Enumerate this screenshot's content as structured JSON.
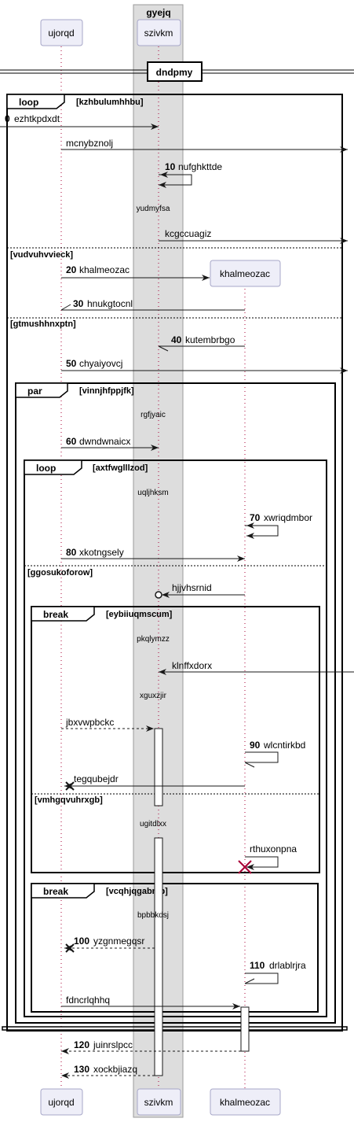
{
  "box": {
    "title": "gyejq"
  },
  "participants": [
    {
      "name": "ujorqd"
    },
    {
      "name": "szivkm"
    },
    {
      "name": "khalmeozac"
    }
  ],
  "divider": {
    "label": "dndpmy"
  },
  "fragments": {
    "loop1": {
      "keyword": "loop",
      "condition": "[kzhbulumhhbu]"
    },
    "else1": {
      "condition": "[vudvuhvvieck]"
    },
    "else2": {
      "condition": "[gtmushhnxptn]"
    },
    "par1": {
      "keyword": "par",
      "condition": "[vinnjhfppjfk]"
    },
    "loop2": {
      "keyword": "loop",
      "condition": "[axtfwglllzod]"
    },
    "else3": {
      "condition": "[ggosukoforow]"
    },
    "break1": {
      "keyword": "break",
      "condition": "[eybiiuqmscum]"
    },
    "else4": {
      "condition": "[vmhgqvuhrxgb]"
    },
    "break2": {
      "keyword": "break",
      "condition": "[vcqhjqgabmp]"
    }
  },
  "delays": [
    {
      "text": "yudmyfsa"
    },
    {
      "text": "rgfjyaic"
    },
    {
      "text": "uqljhksm"
    },
    {
      "text": "pkqlymzz"
    },
    {
      "text": "xguxzjir"
    },
    {
      "text": "ugitdlxx"
    },
    {
      "text": "bpbbkdsj"
    }
  ],
  "messages": [
    {
      "num": "0",
      "text": "ezhtkpdxdt"
    },
    {
      "num": "",
      "text": "mcnybznolj"
    },
    {
      "num": "10",
      "text": "nufghkttde"
    },
    {
      "num": "",
      "text": "kcgccuagiz"
    },
    {
      "num": "20",
      "text": "khalmeozac"
    },
    {
      "num": "30",
      "text": "hnukgtocnl"
    },
    {
      "num": "40",
      "text": "kutembrbgo"
    },
    {
      "num": "50",
      "text": "chyaiyovcj"
    },
    {
      "num": "60",
      "text": "dwndwnaicx"
    },
    {
      "num": "70",
      "text": "xwriqdmbor"
    },
    {
      "num": "80",
      "text": "xkotngsely"
    },
    {
      "num": "",
      "text": "hjjvhsrnid"
    },
    {
      "num": "",
      "text": "klnffxdorx"
    },
    {
      "num": "",
      "text": "jbxvwpbckc"
    },
    {
      "num": "90",
      "text": "wlcntirkbd"
    },
    {
      "num": "",
      "text": "tegqubejdr"
    },
    {
      "num": "",
      "text": "rthuxonpna"
    },
    {
      "num": "100",
      "text": "yzgnmegqsr"
    },
    {
      "num": "110",
      "text": "drlablrjra"
    },
    {
      "num": "",
      "text": "fdncrlqhhq"
    },
    {
      "num": "120",
      "text": "juinrslpcc"
    },
    {
      "num": "130",
      "text": "xockbjiazq"
    }
  ],
  "colors": {
    "participant_fill": "#eeeef8",
    "participant_stroke": "#a7a7c8",
    "box_fill": "#dddddd",
    "destroy": "#a80036",
    "lifeline": "#a80036"
  }
}
